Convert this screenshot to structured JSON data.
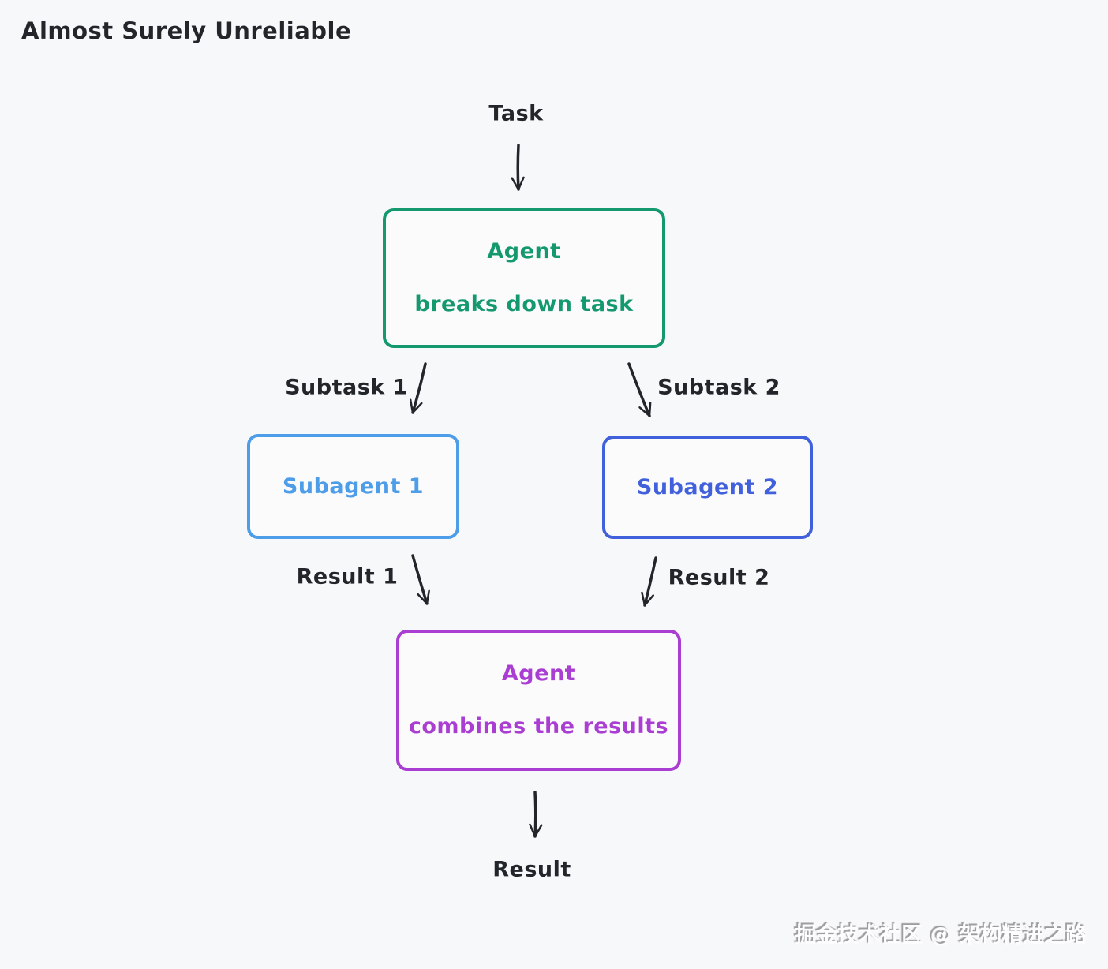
{
  "title": "Almost Surely Unreliable",
  "diagram": {
    "task_label": "Task",
    "breakdown_box": {
      "line1": "Agent",
      "line2": "breaks down task"
    },
    "edge_labels": {
      "subtask1": "Subtask 1",
      "subtask2": "Subtask 2",
      "result1": "Result 1",
      "result2": "Result 2"
    },
    "subagent1_box": {
      "label": "Subagent 1"
    },
    "subagent2_box": {
      "label": "Subagent 2"
    },
    "combine_box": {
      "line1": "Agent",
      "line2": "combines the results"
    },
    "result_label": "Result"
  },
  "colors": {
    "background": "#f7f8fa",
    "ink": "#22252a",
    "breakdown_green": "#14996e",
    "subagent1_blue": "#4d9de9",
    "subagent2_blue": "#4160dc",
    "combine_purple": "#aa3dd2"
  },
  "watermark": "掘金技术社区 @ 架构精进之路"
}
